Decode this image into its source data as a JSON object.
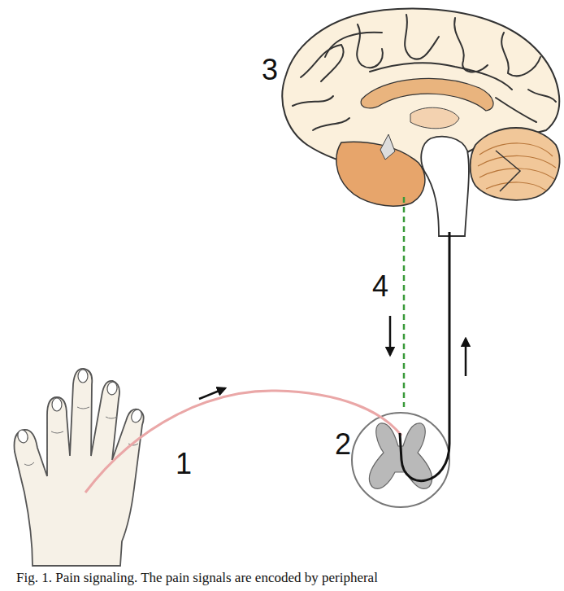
{
  "diagram": {
    "caption": "Fig. 1. Pain signaling. The pain signals are encoded by peripheral",
    "labels": [
      "3",
      "4",
      "2",
      "1"
    ]
  }
}
